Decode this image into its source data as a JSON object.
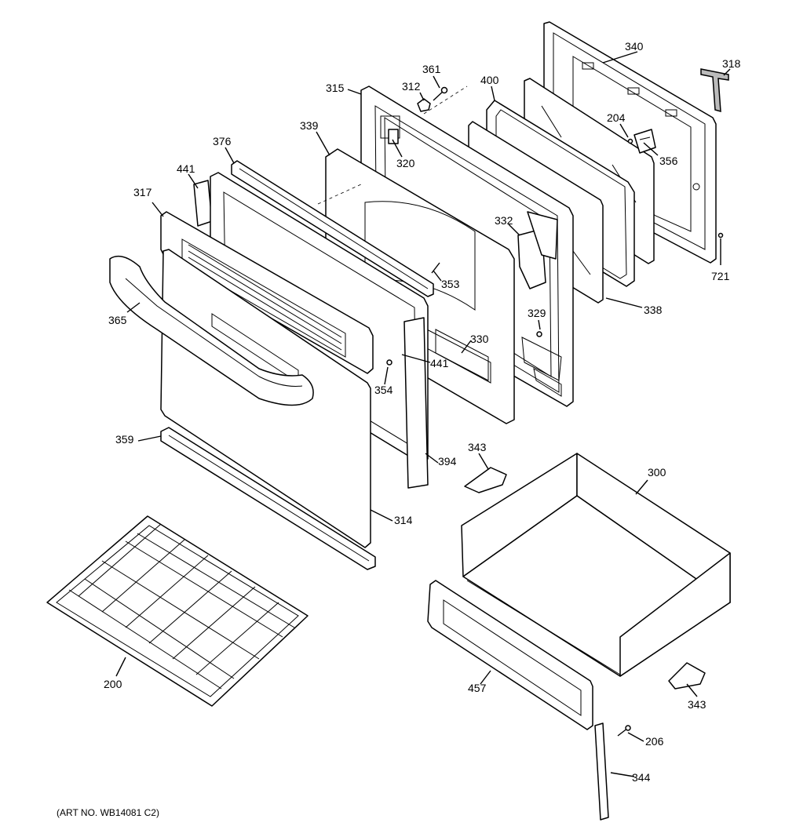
{
  "callouts": [
    {
      "id": "340",
      "label": "340"
    },
    {
      "id": "318",
      "label": "318"
    },
    {
      "id": "361",
      "label": "361"
    },
    {
      "id": "312",
      "label": "312"
    },
    {
      "id": "400",
      "label": "400"
    },
    {
      "id": "315",
      "label": "315"
    },
    {
      "id": "204",
      "label": "204"
    },
    {
      "id": "339",
      "label": "339"
    },
    {
      "id": "356",
      "label": "356"
    },
    {
      "id": "376",
      "label": "376"
    },
    {
      "id": "320",
      "label": "320"
    },
    {
      "id": "441a",
      "label": "441"
    },
    {
      "id": "317",
      "label": "317"
    },
    {
      "id": "332",
      "label": "332"
    },
    {
      "id": "721",
      "label": "721"
    },
    {
      "id": "353",
      "label": "353"
    },
    {
      "id": "365",
      "label": "365"
    },
    {
      "id": "338",
      "label": "338"
    },
    {
      "id": "329",
      "label": "329"
    },
    {
      "id": "330",
      "label": "330"
    },
    {
      "id": "441b",
      "label": "441"
    },
    {
      "id": "354",
      "label": "354"
    },
    {
      "id": "359",
      "label": "359"
    },
    {
      "id": "343a",
      "label": "343"
    },
    {
      "id": "394",
      "label": "394"
    },
    {
      "id": "300",
      "label": "300"
    },
    {
      "id": "314",
      "label": "314"
    },
    {
      "id": "200",
      "label": "200"
    },
    {
      "id": "457",
      "label": "457"
    },
    {
      "id": "343b",
      "label": "343"
    },
    {
      "id": "206",
      "label": "206"
    },
    {
      "id": "344",
      "label": "344"
    }
  ],
  "art_number": "(ART NO. WB14081 C2)"
}
